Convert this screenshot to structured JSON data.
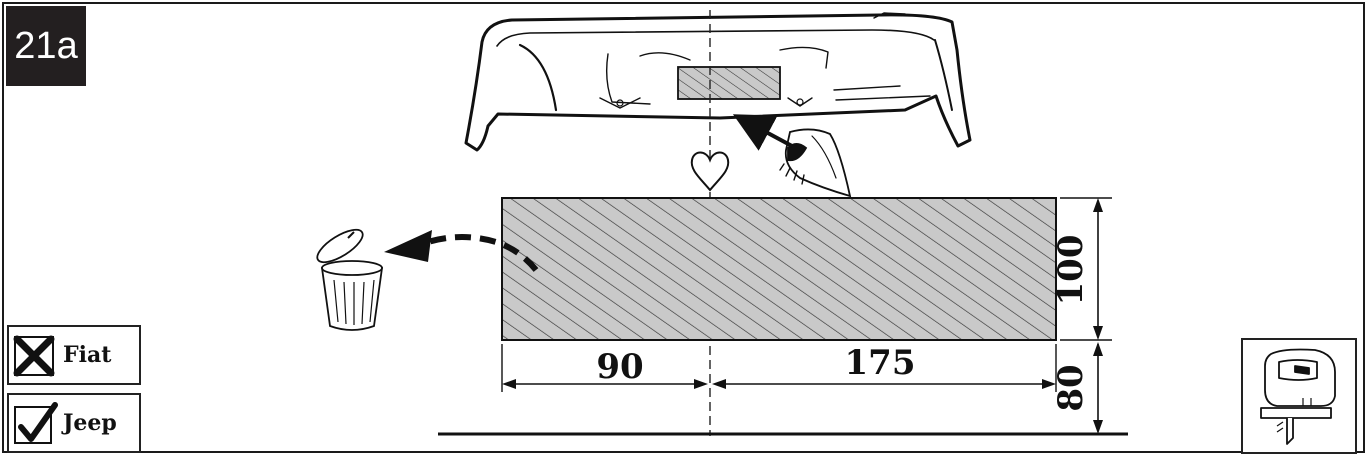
{
  "step": {
    "label": "21a"
  },
  "dimensions": {
    "left_width": "90",
    "right_width": "175",
    "cut_height": "100",
    "offset_height": "80"
  },
  "applicability": [
    {
      "label": "Fiat",
      "state": "excluded"
    },
    {
      "label": "Jeep",
      "state": "included"
    }
  ],
  "colors": {
    "ink": "#111111",
    "hatch_fill": "#c9c9c9",
    "badge_bg": "#231f20"
  },
  "icons": [
    "rear-bumper-icon",
    "eye-icon",
    "heart-icon",
    "trash-bin-icon",
    "jigsaw-icon"
  ]
}
